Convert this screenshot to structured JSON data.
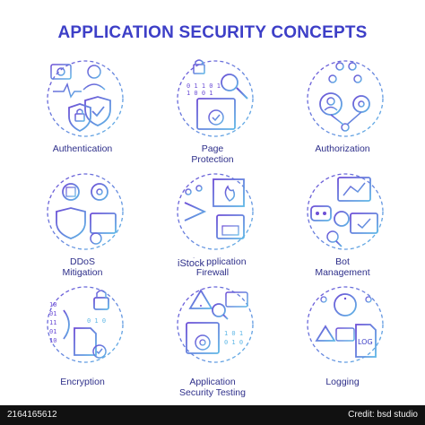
{
  "title": "APPLICATION SECURITY CONCEPTS",
  "colors": {
    "accent": "#3d3fc7",
    "gradient_start": "#6d4fd6",
    "gradient_end": "#5fb7e6",
    "footer_bg": "#111111"
  },
  "concepts": [
    {
      "label": "Authentication",
      "icon": "fingerprint-shield-icon"
    },
    {
      "label": "Page\nProtection",
      "icon": "webpage-lock-icon"
    },
    {
      "label": "Authorization",
      "icon": "user-network-icon"
    },
    {
      "label": "DDoS\nMitigation",
      "icon": "server-shield-icon"
    },
    {
      "label": "Web Application\nFirewall",
      "icon": "brick-wall-fire-icon"
    },
    {
      "label": "Bot\nManagement",
      "icon": "robot-monitor-icon"
    },
    {
      "label": "Encryption",
      "icon": "binary-lock-icon"
    },
    {
      "label": "Application\nSecurity Testing",
      "icon": "warning-scan-icon"
    },
    {
      "label": "Logging",
      "icon": "log-document-icon"
    }
  ],
  "footer": {
    "id": "2164165612",
    "credit": "Credit: bsd studio"
  },
  "watermark": "iStock"
}
